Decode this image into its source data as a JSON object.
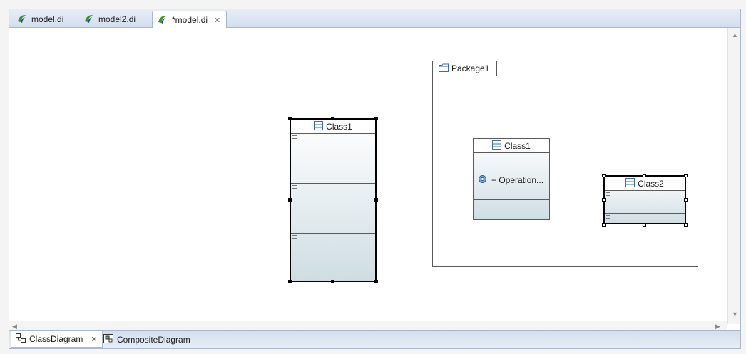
{
  "editor_tabs": [
    {
      "label": "model.di",
      "active": false
    },
    {
      "label": "model2.di",
      "active": false
    },
    {
      "label": "*model.di",
      "active": true
    }
  ],
  "diagram": {
    "standalone_class": {
      "name": "Class1"
    },
    "package": {
      "name": "Package1",
      "inner_class": {
        "name": "Class1",
        "operation": "+ Operation..."
      },
      "class2": {
        "name": "Class2"
      }
    }
  },
  "diagram_tabs": [
    {
      "label": "ClassDiagram",
      "active": true
    },
    {
      "label": "CompositeDiagram",
      "active": false
    }
  ],
  "colors": {
    "tab_bar": "#d3dfee",
    "border": "#a9b8cc",
    "class_fill": "#cfdde3"
  }
}
